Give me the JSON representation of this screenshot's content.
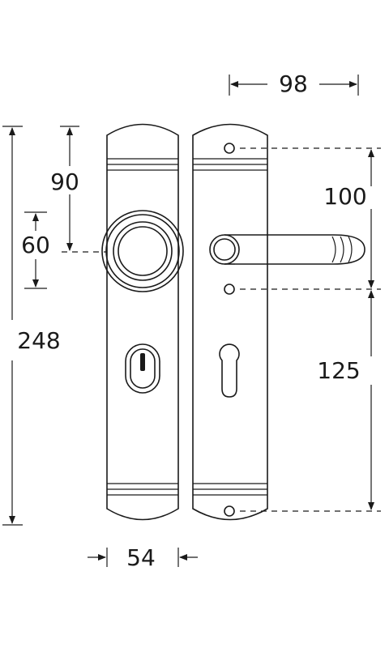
{
  "dimensions": {
    "top_width": "98",
    "overall_height": "248",
    "knob_from_top": "90",
    "knob_to_key": "60",
    "screw_spacing": "100",
    "lever_to_lower_screw": "125",
    "plate_width": "54"
  },
  "colors": {
    "line": "#1a1a1a",
    "background": "#ffffff"
  }
}
